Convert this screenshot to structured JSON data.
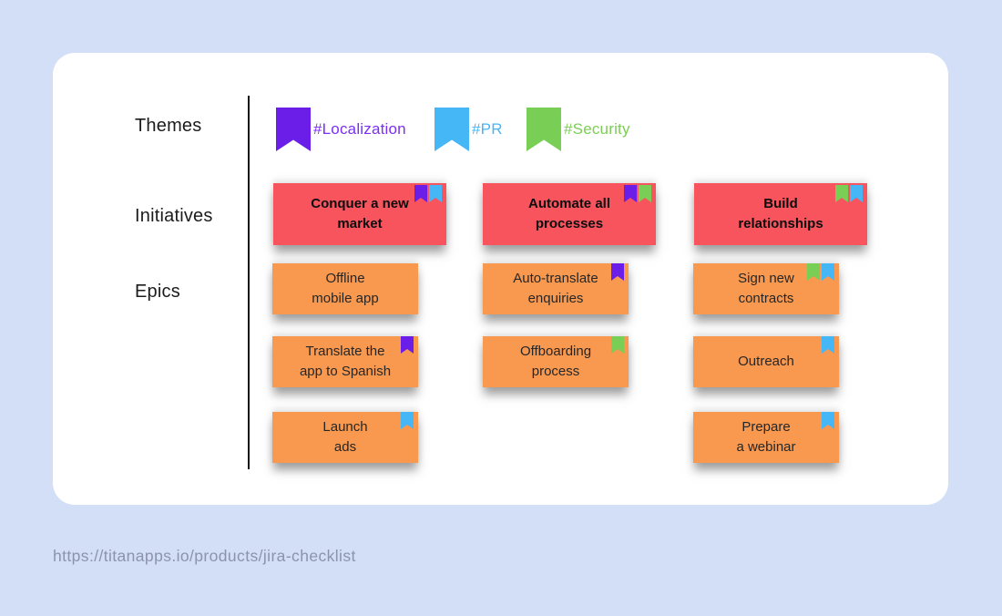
{
  "labels": {
    "themes": "Themes",
    "initiatives": "Initiatives",
    "epics": "Epics"
  },
  "themes": [
    {
      "id": "localization",
      "label": "#Localization",
      "color": "#6b1ee8"
    },
    {
      "id": "pr",
      "label": "#PR",
      "color": "#45b6f6"
    },
    {
      "id": "security",
      "label": "#Security",
      "color": "#79cf55"
    }
  ],
  "initiatives": [
    {
      "title": "Conquer a new market",
      "lines": [
        "Conquer a new",
        "market"
      ],
      "tags": [
        "localization",
        "pr"
      ]
    },
    {
      "title": "Automate all processes",
      "lines": [
        "Automate all",
        "processes"
      ],
      "tags": [
        "localization",
        "security"
      ]
    },
    {
      "title": "Build relationships",
      "lines": [
        "Build",
        "relationships"
      ],
      "tags": [
        "security",
        "pr"
      ]
    }
  ],
  "epics": [
    {
      "title": "Offline mobile app",
      "lines": [
        "Offline",
        "mobile app"
      ],
      "tags": []
    },
    {
      "title": "Auto-translate enquiries",
      "lines": [
        "Auto-translate",
        "enquiries"
      ],
      "tags": [
        "localization"
      ]
    },
    {
      "title": "Sign new contracts",
      "lines": [
        "Sign new",
        "contracts"
      ],
      "tags": [
        "security",
        "pr"
      ]
    },
    {
      "title": "Translate the app to Spanish",
      "lines": [
        "Translate the",
        "app to Spanish"
      ],
      "tags": [
        "localization"
      ]
    },
    {
      "title": "Offboarding process",
      "lines": [
        "Offboarding",
        "process"
      ],
      "tags": [
        "security"
      ]
    },
    {
      "title": "Outreach",
      "lines": [
        "Outreach"
      ],
      "tags": [
        "pr"
      ]
    },
    {
      "title": "Launch ads",
      "lines": [
        "Launch",
        "ads"
      ],
      "tags": [
        "pr"
      ]
    },
    {
      "title": "Prepare a webinar",
      "lines": [
        "Prepare",
        "a webinar"
      ],
      "tags": [
        "pr"
      ]
    }
  ],
  "footer": {
    "url": "https://titanapps.io/products/jira-checklist"
  },
  "colors": {
    "background": "#d2dff7",
    "card": "#ffffff",
    "initiative_note": "#f7545e",
    "epic_note": "#f9994f",
    "theme_localization": "#6b1ee8",
    "theme_pr": "#45b6f6",
    "theme_security": "#79cf55",
    "divider": "#141414",
    "url_text": "#8c93ae"
  }
}
